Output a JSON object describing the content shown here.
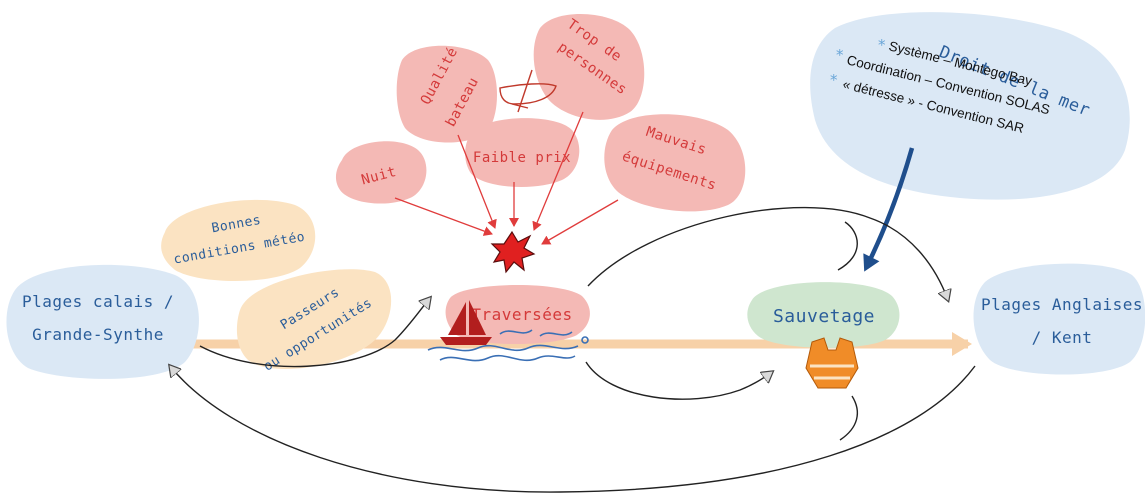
{
  "nodes": {
    "calais": [
      "Plages calais /",
      "Grande-Synthe"
    ],
    "anglaises": [
      "Plages Anglaises",
      "/ Kent"
    ],
    "traversees": "Traversées",
    "sauvetage": "Sauvetage",
    "meteo": [
      "Bonnes",
      "conditions météo"
    ],
    "passeurs": [
      "Passeurs",
      "ou opportunités"
    ],
    "nuit": "Nuit",
    "qualite": [
      "Qualité",
      "bateau"
    ],
    "faible_prix": "Faible prix",
    "trop": [
      "Trop de",
      "personnes"
    ],
    "mauvais": [
      "Mauvais",
      "équipements"
    ]
  },
  "droit": {
    "title": "Droit de la mer",
    "items": [
      "Système – Montego Bay",
      "Coordination – Convention SOLAS",
      "« détresse » - Convention SAR"
    ],
    "bullet": "*"
  },
  "colors": {
    "blue_bubble": "#dbe8f5",
    "red_bubble": "#f4b9b5",
    "orange_bubble": "#fbe3c2",
    "green_bubble": "#cfe6cf",
    "blue_text": "#2a5d9a",
    "red_text": "#d43a3a",
    "flow_arrow": "#f6c99a",
    "dark_arrow": "#1f4e8c"
  },
  "icons": [
    "boat-sketch-icon",
    "explosion-icon",
    "sailboat-icon",
    "waves-icon",
    "life-jacket-icon"
  ]
}
